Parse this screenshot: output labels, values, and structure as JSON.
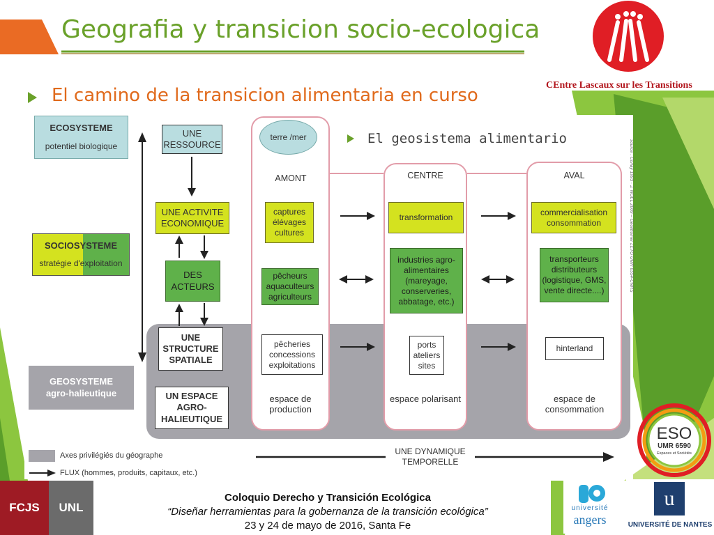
{
  "title": "Geografia y transicion socio-ecologica",
  "bullet_main": "El camino de la transicion alimentaria en curso",
  "bullet_sub": "El geosistema alimentario",
  "logo_top": {
    "caption": "CEntre Lascaux sur les Transitions"
  },
  "left_panels": {
    "ecosysteme": {
      "title": "ECOSYSTEME",
      "sub": "potentiel biologique"
    },
    "sociosysteme": {
      "title": "SOCIOSYSTEME",
      "sub": "stratégie d'exploitation"
    },
    "geosysteme": {
      "title": "GEOSYSTEME",
      "sub": "agro-halieutique"
    }
  },
  "chain": {
    "ressource": "UNE RESSOURCE",
    "activite": "UNE ACTIVITE ECONOMIQUE",
    "acteurs": "DES ACTEURS",
    "structure": "UNE STRUCTURE SPATIALE",
    "espace": "UN ESPACE AGRO-HALIEUTIQUE"
  },
  "columns": {
    "amont": {
      "oval": "terre /mer",
      "label": "AMONT",
      "box1": "captures élévages cultures",
      "box2": "pêcheurs aquaculteurs agriculteurs",
      "box3": "pêcheries concessions exploitations",
      "bottom": "espace de production"
    },
    "centre": {
      "label": "CENTRE",
      "box1": "transformation",
      "box2": "industries agro-alimentaires (mareyage, conserveries, abbatage, etc.)",
      "box3": "ports ateliers sites",
      "bottom": "espace polarisant"
    },
    "aval": {
      "label": "AVAL",
      "box1": "commercialisation consommation",
      "box2": "transporteurs distributeurs (logistique, GMS, vente directe....)",
      "box3": "hinterland",
      "bottom": "espace de consommation"
    }
  },
  "side_source": "source : Corlay 1993 · J. NOEL 2009 – Géolittomer LETG UMR 6554-CNRS",
  "legend": {
    "gray": "Axes privilégiés du géographe",
    "arrow": "FLUX (hommes, produits, capitaux, etc.)"
  },
  "dynamique": "UNE DYNAMIQUE TEMPORELLE",
  "footer": {
    "line1": "Coloquio Derecho y Transición Ecológica",
    "line2": "“Diseñar herramientas para la gobernanza de la transición ecológica”",
    "line3": "23 y 24 de mayo de 2016, Santa Fe"
  },
  "logos": {
    "fcjs": "FCJS",
    "unl": "UNL",
    "eso": "ESO",
    "eso_sub": "UMR 6590",
    "eso_sub2": "Espaces et Sociétés",
    "angers_1": "université",
    "angers_2": "angers",
    "nantes": "UNIVERSITÉ DE NANTES"
  },
  "colors": {
    "title_green": "#6aa12a",
    "bullet_orange": "#e06a1c",
    "lime": "#d4e21f",
    "green": "#5fb14a",
    "gray": "#a5a4aa"
  }
}
